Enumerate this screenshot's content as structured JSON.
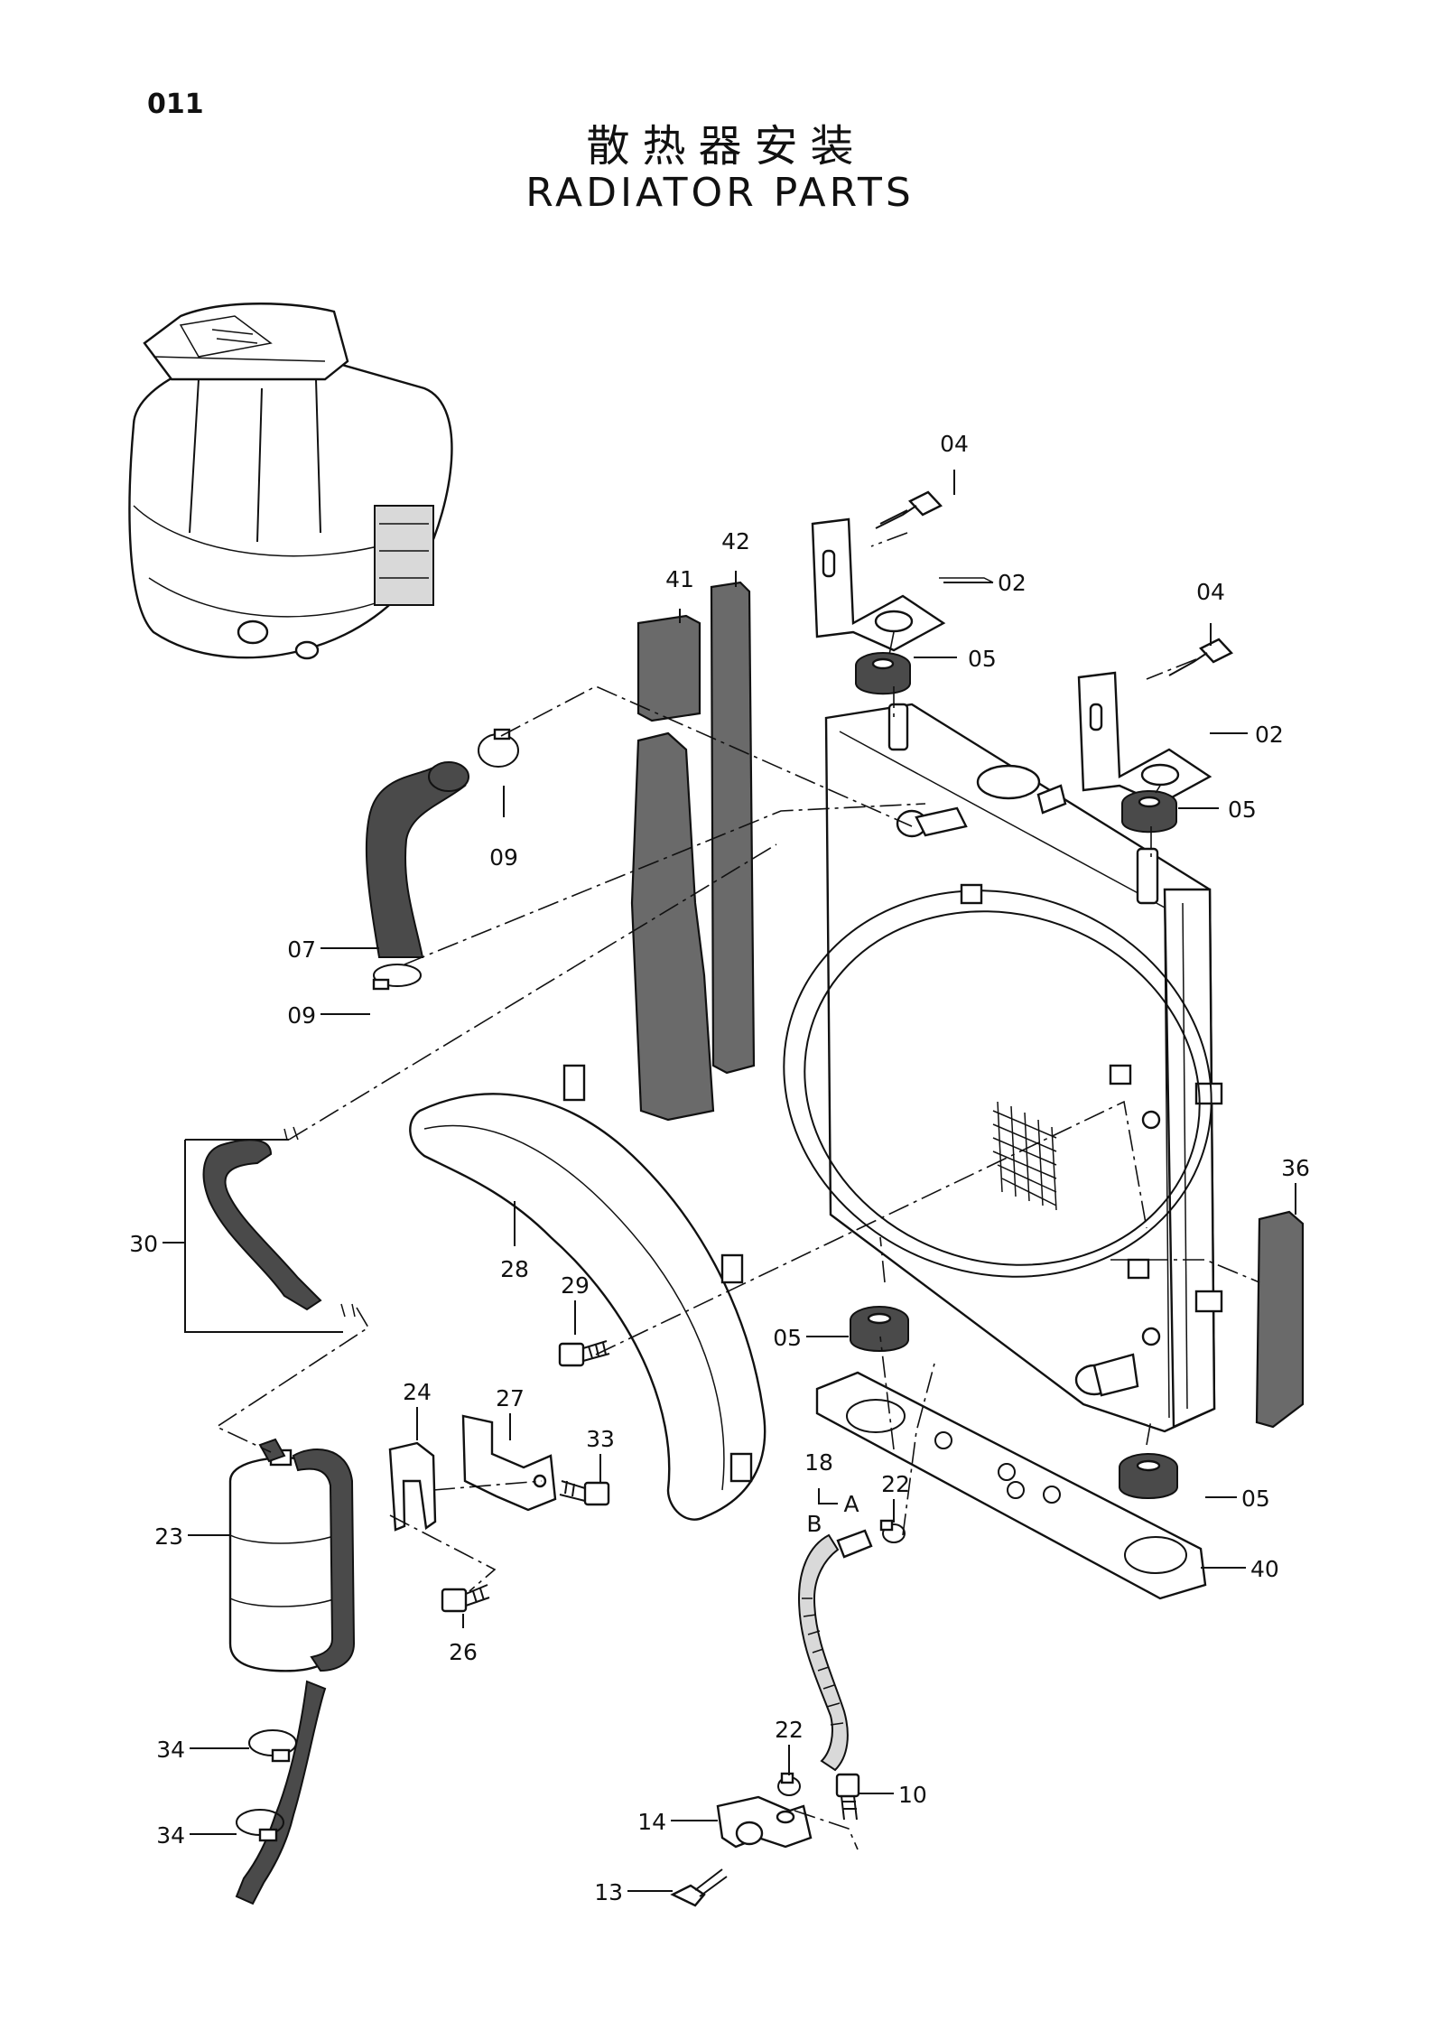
{
  "header": {
    "page_number": "011",
    "title_cn": "散热器安装",
    "title_en": "RADIATOR PARTS"
  },
  "callouts": [
    {
      "id": "04",
      "text": "04"
    },
    {
      "id": "02",
      "text": "02"
    },
    {
      "id": "05",
      "text": "05"
    },
    {
      "id": "04b",
      "text": "04"
    },
    {
      "id": "02b",
      "text": "02"
    },
    {
      "id": "05b",
      "text": "05"
    },
    {
      "id": "41",
      "text": "41"
    },
    {
      "id": "42",
      "text": "42"
    },
    {
      "id": "09",
      "text": "09"
    },
    {
      "id": "07",
      "text": "07"
    },
    {
      "id": "09b",
      "text": "09"
    },
    {
      "id": "30",
      "text": "30"
    },
    {
      "id": "28",
      "text": "28"
    },
    {
      "id": "29",
      "text": "29"
    },
    {
      "id": "05c",
      "text": "05"
    },
    {
      "id": "36",
      "text": "36"
    },
    {
      "id": "24",
      "text": "24"
    },
    {
      "id": "27",
      "text": "27"
    },
    {
      "id": "33",
      "text": "33"
    },
    {
      "id": "23",
      "text": "23"
    },
    {
      "id": "26",
      "text": "26"
    },
    {
      "id": "18",
      "text": "18"
    },
    {
      "id": "A",
      "text": "A"
    },
    {
      "id": "B",
      "text": "B"
    },
    {
      "id": "22",
      "text": "22"
    },
    {
      "id": "05d",
      "text": "05"
    },
    {
      "id": "40",
      "text": "40"
    },
    {
      "id": "34",
      "text": "34"
    },
    {
      "id": "34b",
      "text": "34"
    },
    {
      "id": "22b",
      "text": "22"
    },
    {
      "id": "10",
      "text": "10"
    },
    {
      "id": "14",
      "text": "14"
    },
    {
      "id": "13",
      "text": "13"
    }
  ]
}
